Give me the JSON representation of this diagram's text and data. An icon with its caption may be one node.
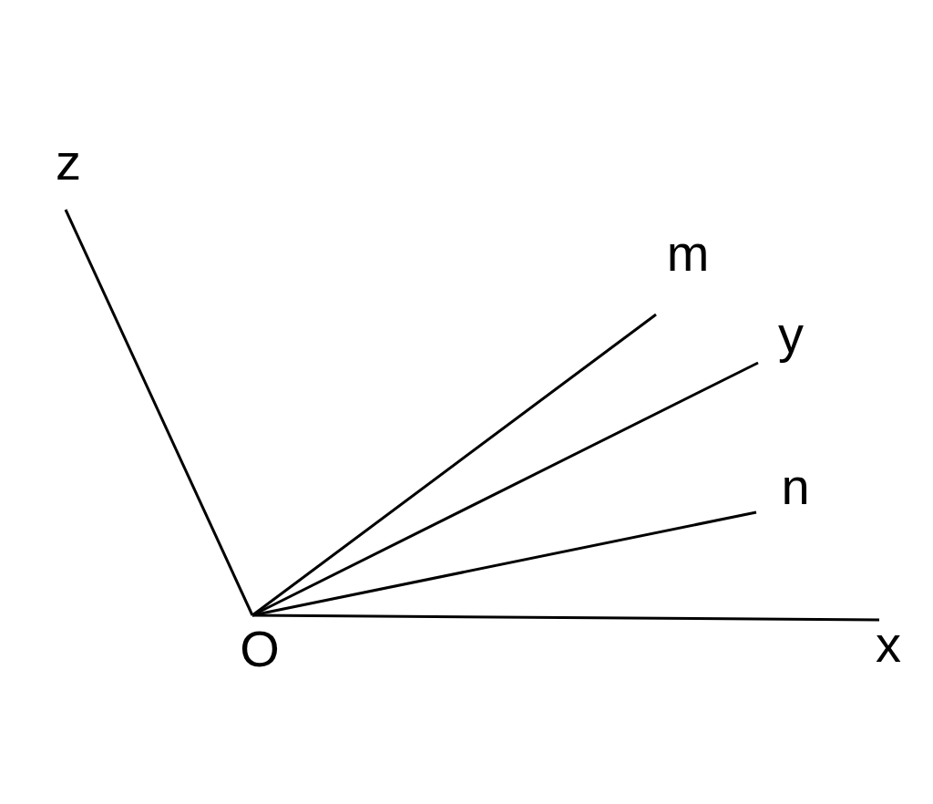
{
  "diagram": {
    "nodes": [
      {
        "text": [
          "z"
        ]
      },
      {
        "text": [
          "m"
        ]
      },
      {
        "text": [
          "y"
        ]
      },
      {
        "text": [
          "n"
        ]
      },
      {
        "text": [
          "x"
        ]
      },
      {
        "text": [
          "O"
        ]
      }
    ],
    "edges": [
      {
        "from": 5,
        "to": 0,
        "arrow": "none"
      },
      {
        "from": 5,
        "to": 1,
        "arrow": "none"
      },
      {
        "from": 5,
        "to": 2,
        "arrow": "none"
      },
      {
        "from": 5,
        "to": 3,
        "arrow": "none"
      },
      {
        "from": 5,
        "to": 4,
        "arrow": "none"
      }
    ]
  }
}
